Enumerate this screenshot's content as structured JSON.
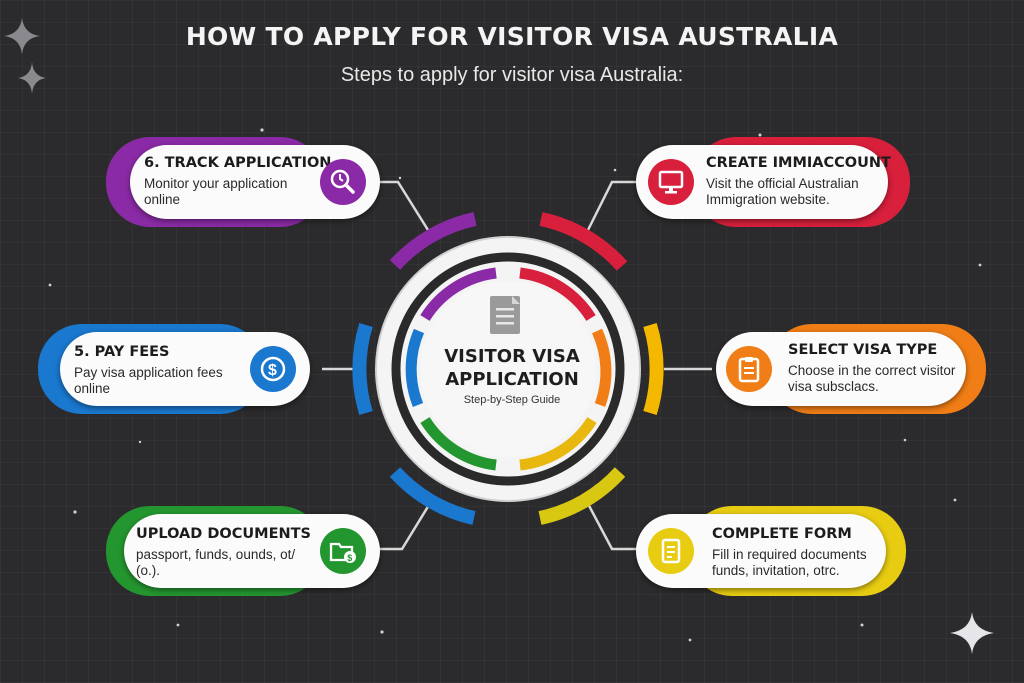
{
  "title": "HOW TO APPLY FOR VISITOR VISA AUSTRALIA",
  "subtitle": "Steps to apply for visitor visa Australia:",
  "hub": {
    "line1": "VISITOR VISA",
    "line2": "APPLICATION",
    "caption": "Step-by-Step Guide",
    "icon": "document-icon"
  },
  "steps": [
    {
      "title": "CREATE IMMIACCOUNT",
      "desc": "Visit the official Australian Immigration website.",
      "color": "#d81f3c",
      "icon": "monitor-icon"
    },
    {
      "title": "SELECT VISA TYPE",
      "desc": "Choose in the correct visitor visa subsclacs.",
      "color": "#f07d16",
      "icon": "clipboard-icon"
    },
    {
      "title": "COMPLETE FORM",
      "desc": "Fill in required documents funds, invitation, otrc.",
      "color": "#e8cc12",
      "icon": "form-icon"
    },
    {
      "title": "UPLOAD DOCUMENTS",
      "desc": "passport, funds, ounds, ot/ (o.).",
      "color": "#24962f",
      "icon": "folder-money-icon"
    },
    {
      "title": "5. PAY FEES",
      "desc": "Pay visa application fees online",
      "color": "#1a78cf",
      "icon": "dollar-icon"
    },
    {
      "title": "6. TRACK APPLICATION",
      "desc": "Monitor your application online",
      "color": "#8b2aa6",
      "icon": "search-clock-icon"
    }
  ]
}
